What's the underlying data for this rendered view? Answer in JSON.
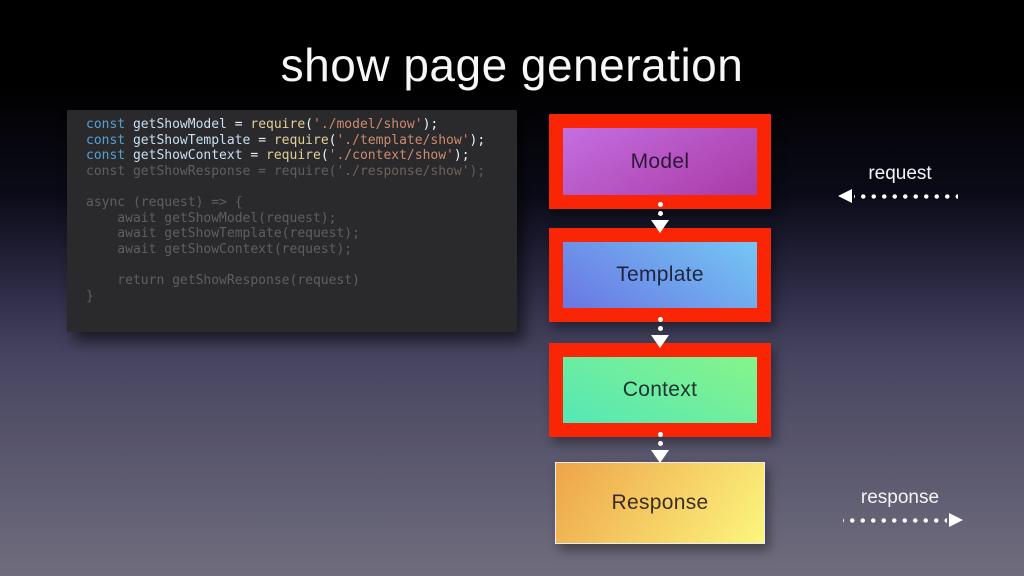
{
  "slide": {
    "title": "show page generation"
  },
  "code": {
    "lines": [
      {
        "dim": false,
        "tokens": [
          [
            "kw",
            "const"
          ],
          [
            "pl",
            " "
          ],
          [
            "id",
            "getShowModel"
          ],
          [
            "pl",
            " "
          ],
          [
            "op",
            "="
          ],
          [
            "pl",
            " "
          ],
          [
            "fn",
            "require"
          ],
          [
            "op",
            "("
          ],
          [
            "str",
            "'./model/show'"
          ],
          [
            "op",
            ");"
          ]
        ]
      },
      {
        "dim": false,
        "tokens": [
          [
            "kw",
            "const"
          ],
          [
            "pl",
            " "
          ],
          [
            "id",
            "getShowTemplate"
          ],
          [
            "pl",
            " "
          ],
          [
            "op",
            "="
          ],
          [
            "pl",
            " "
          ],
          [
            "fn",
            "require"
          ],
          [
            "op",
            "("
          ],
          [
            "str",
            "'./template/show'"
          ],
          [
            "op",
            ");"
          ]
        ]
      },
      {
        "dim": false,
        "tokens": [
          [
            "kw",
            "const"
          ],
          [
            "pl",
            " "
          ],
          [
            "id",
            "getShowContext"
          ],
          [
            "pl",
            " "
          ],
          [
            "op",
            "="
          ],
          [
            "pl",
            " "
          ],
          [
            "fn",
            "require"
          ],
          [
            "op",
            "("
          ],
          [
            "str",
            "'./context/show'"
          ],
          [
            "op",
            ");"
          ]
        ]
      },
      {
        "dim": true,
        "tokens": [
          [
            "kw",
            "const"
          ],
          [
            "pl",
            " "
          ],
          [
            "id",
            "getShowResponse"
          ],
          [
            "pl",
            " "
          ],
          [
            "op",
            "="
          ],
          [
            "pl",
            " "
          ],
          [
            "fn",
            "require"
          ],
          [
            "op",
            "("
          ],
          [
            "str",
            "'./response/show'"
          ],
          [
            "op",
            ");"
          ]
        ]
      },
      {
        "dim": true,
        "tokens": []
      },
      {
        "dim": true,
        "tokens": [
          [
            "pl",
            "async (request) => {"
          ]
        ]
      },
      {
        "dim": true,
        "tokens": [
          [
            "pl",
            "    await getShowModel(request);"
          ]
        ]
      },
      {
        "dim": true,
        "tokens": [
          [
            "pl",
            "    await getShowTemplate(request);"
          ]
        ]
      },
      {
        "dim": true,
        "tokens": [
          [
            "pl",
            "    await getShowContext(request);"
          ]
        ]
      },
      {
        "dim": true,
        "tokens": []
      },
      {
        "dim": true,
        "tokens": [
          [
            "pl",
            "    return getShowResponse(request)"
          ]
        ]
      },
      {
        "dim": true,
        "tokens": [
          [
            "pl",
            "}"
          ]
        ]
      }
    ]
  },
  "diagram": {
    "boxes": [
      {
        "label": "Model",
        "framed": true,
        "gradient_angle": "150deg",
        "gradient_top": "#c46fe0",
        "gradient_bottom": "#a93aa6"
      },
      {
        "label": "Template",
        "framed": true,
        "gradient_angle": "215deg",
        "gradient_top": "#74c7f4",
        "gradient_bottom": "#6a76e3"
      },
      {
        "label": "Context",
        "framed": true,
        "gradient_angle": "205deg",
        "gradient_top": "#87f489",
        "gradient_bottom": "#55e7b6"
      },
      {
        "label": "Response",
        "framed": false,
        "gradient_angle": "125deg",
        "gradient_top": "#eea449",
        "gradient_bottom": "#fcf67e"
      }
    ],
    "request": {
      "label": "request",
      "direction": "left"
    },
    "response": {
      "label": "response",
      "direction": "right"
    }
  },
  "colors": {
    "frame_red": "#f92505",
    "code_background": "#2a2a2d",
    "arrow_white": "#ffffff",
    "title_white": "#f7f7f9",
    "syntax": {
      "kw": "#54a0d6",
      "id": "#cbdff5",
      "op": "#eef0f3",
      "fn": "#e2cf98",
      "str": "#cf8a6d",
      "pl": "#b9bec4",
      "dim": "#5b5f64",
      "dim_string": "#6c615d"
    }
  }
}
